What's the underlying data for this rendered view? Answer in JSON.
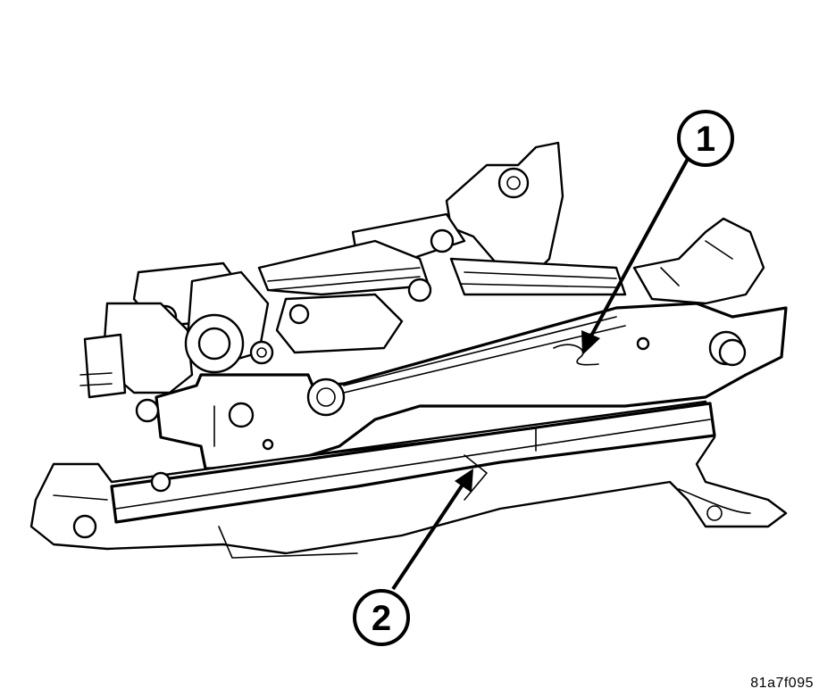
{
  "callouts": [
    {
      "id": "1",
      "label": "1"
    },
    {
      "id": "2",
      "label": "2"
    }
  ],
  "figure_code": "81a7f095",
  "colors": {
    "line": "#000000",
    "background": "#ffffff"
  }
}
